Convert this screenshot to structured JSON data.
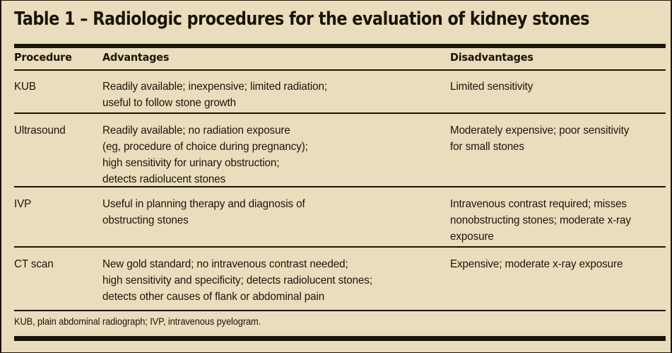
{
  "figure": {
    "title": "Table 1 – Radiologic procedures for the evaluation of kidney stones",
    "background_color": "#e9ddbd",
    "text_color": "#1c1509",
    "rule_color": "#1b1408"
  },
  "columns": {
    "procedure": "Procedure",
    "advantages": "Advantages",
    "disadvantages": "Disadvantages"
  },
  "rows": [
    {
      "procedure": "KUB",
      "advantages": "Readily available; inexpensive; limited radiation;\nuseful to follow stone growth",
      "disadvantages": "Limited sensitivity"
    },
    {
      "procedure": "Ultrasound",
      "advantages": "Readily available; no radiation exposure\n(eg, procedure of choice during pregnancy);\nhigh sensitivity for urinary obstruction;\ndetects radiolucent stones",
      "disadvantages": "Moderately expensive; poor sensitivity\nfor small stones"
    },
    {
      "procedure": "IVP",
      "advantages": "Useful in planning therapy and diagnosis of\nobstructing stones",
      "disadvantages": "Intravenous contrast required; misses\nnonobstructing stones; moderate x-ray\nexposure"
    },
    {
      "procedure": "CT scan",
      "advantages": "New gold standard; no intravenous contrast needed;\nhigh sensitivity and specificity; detects radiolucent stones;\ndetects other causes of flank or abdominal pain",
      "disadvantages": "Expensive; moderate x-ray exposure"
    }
  ],
  "footnote": "KUB, plain abdominal radiograph; IVP, intravenous pyelogram."
}
